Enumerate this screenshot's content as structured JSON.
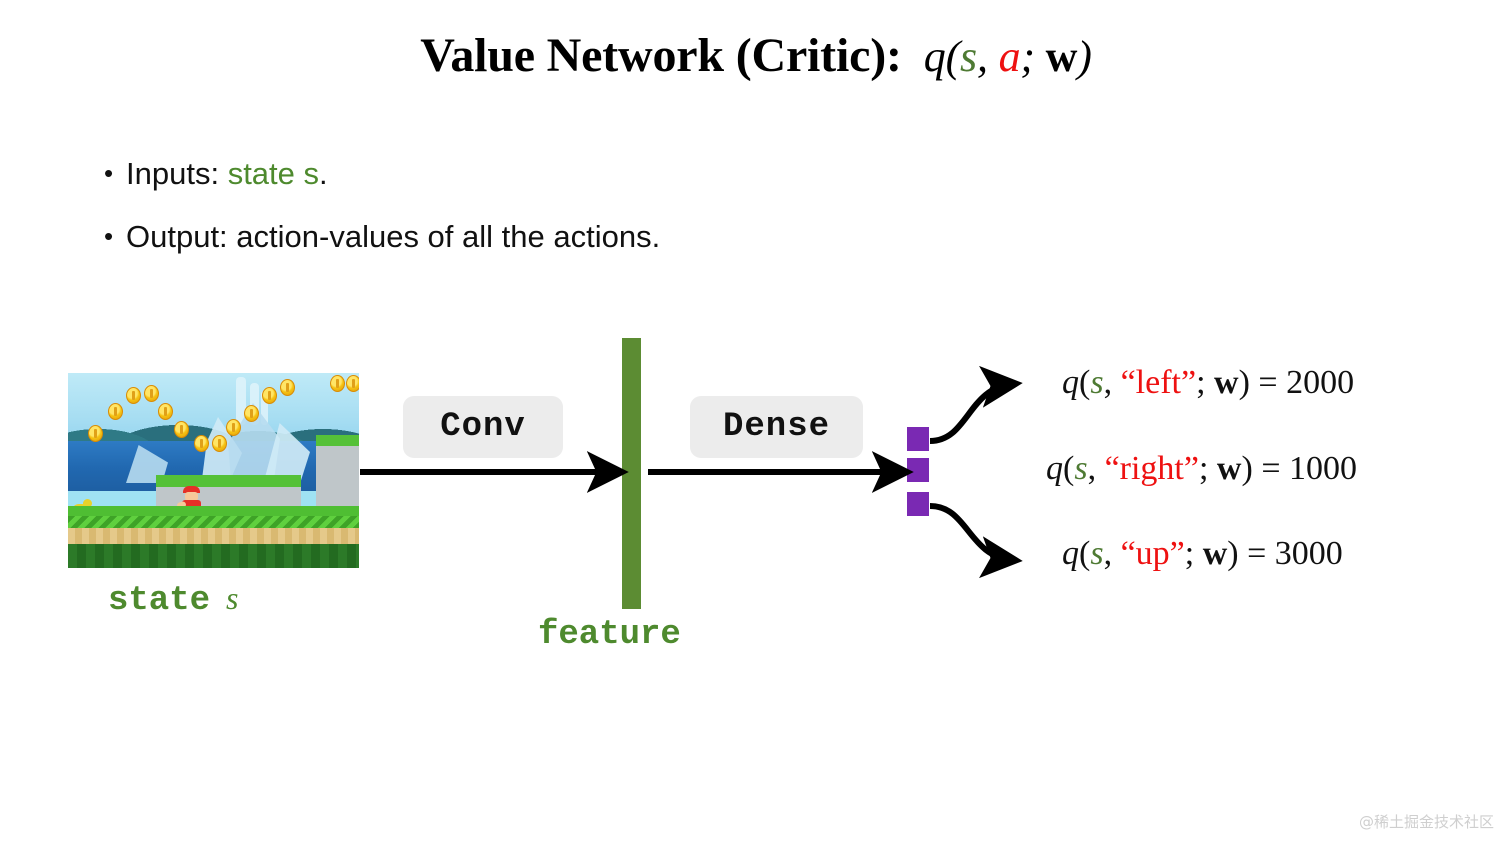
{
  "slide": {
    "title_main": "Value Network (Critic):",
    "title_formula": {
      "q": "q",
      "open": "(",
      "s": "s",
      "comma": ", ",
      "a": "a",
      "semi": "; ",
      "w": "w",
      "close": ")"
    },
    "bullets": [
      {
        "marker": "•",
        "prefix": "Inputs: ",
        "highlight": "state s",
        "suffix": "."
      },
      {
        "marker": "•",
        "prefix": "Output: action-values of all the actions.",
        "highlight": "",
        "suffix": ""
      }
    ],
    "watermark": "@稀土掘金技术社区"
  },
  "diagram": {
    "state_image": {
      "label_text": "state",
      "label_symbol": "s",
      "alt": "super-mario-game-frame"
    },
    "layers": [
      {
        "name": "conv",
        "label": "Conv"
      },
      {
        "name": "dense",
        "label": "Dense"
      }
    ],
    "feature": {
      "label": "feature",
      "color": "#5C8C33"
    },
    "output_units": {
      "count": 3,
      "color": "#7A29B3"
    },
    "outputs": [
      {
        "q": "q",
        "open": "(",
        "s": "s",
        "comma": ", ",
        "action": "“left”",
        "semi": "; ",
        "w": "w",
        "close": ")",
        "equals": " = ",
        "value": "2000"
      },
      {
        "q": "q",
        "open": "(",
        "s": "s",
        "comma": ", ",
        "action": "“right”",
        "semi": "; ",
        "w": "w",
        "close": ")",
        "equals": " = ",
        "value": "1000"
      },
      {
        "q": "q",
        "open": "(",
        "s": "s",
        "comma": ", ",
        "action": "“up”",
        "semi": "; ",
        "w": "w",
        "close": ")",
        "equals": " = ",
        "value": "3000"
      }
    ]
  },
  "colors": {
    "state_green": "#4E7A33",
    "action_red": "#EE1111",
    "feature_green": "#5C8C33",
    "unit_purple": "#7A29B3",
    "box_gray": "#ECECEC"
  }
}
